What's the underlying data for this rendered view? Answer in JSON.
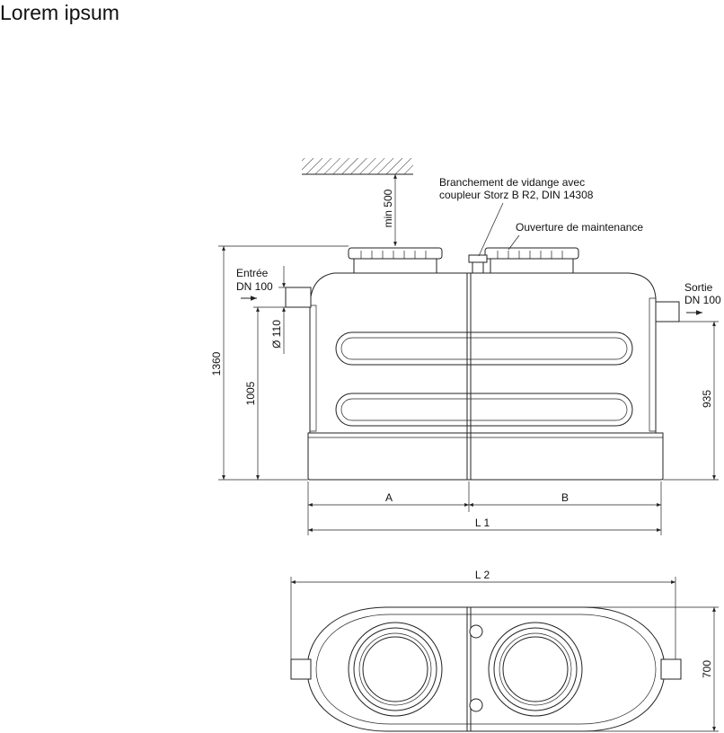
{
  "header": {
    "title": "Lorem ipsum"
  },
  "labels": {
    "drain_connection_line1": "Branchement de vidange avec",
    "drain_connection_line2": "coupleur Storz B R2, DIN 14308",
    "maintenance_opening": "Ouverture de maintenance",
    "inlet_line1": "Entrée",
    "inlet_line2": "DN 100",
    "outlet_line1": "Sortie",
    "outlet_line2": "DN 100"
  },
  "dimensions": {
    "min_cover": "min 500",
    "total_height": "1360",
    "inlet_height": "1005",
    "outlet_height": "935",
    "pipe_diameter": "Ø 110",
    "section_a": "A",
    "section_b": "B",
    "length_1": "L 1",
    "length_2": "L 2",
    "width": "700"
  }
}
